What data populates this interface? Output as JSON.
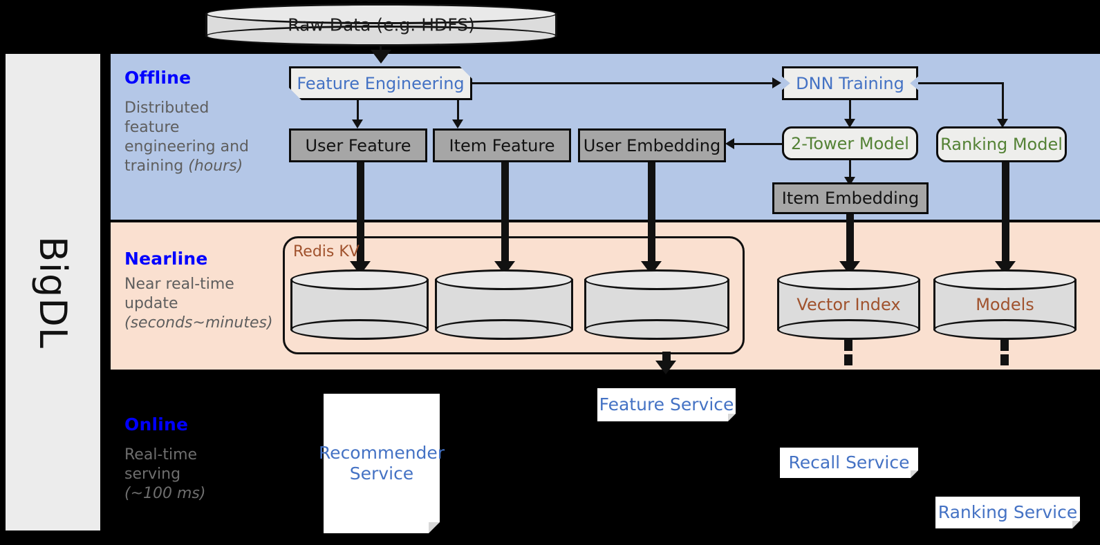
{
  "sidebar": {
    "label": "BigDL"
  },
  "bands": [
    {
      "key": "offline",
      "title": "Offline",
      "desc": "Distributed feature engineering and training (hours)",
      "title_color": "#0000ff",
      "bg": "#b4c7e7"
    },
    {
      "key": "nearline",
      "title": "Nearline",
      "desc": "Near real-time update (seconds~minutes)",
      "title_color": "#0000ff",
      "bg": "#fae0d0"
    },
    {
      "key": "online",
      "title": "Online",
      "desc": "Real-time serving (~100 ms)",
      "title_color": "#0000ff",
      "bg": "#000000"
    }
  ],
  "offline_desc_lines": {
    "l1": "Distributed",
    "l2": "feature",
    "l3": "engineering and",
    "l4": "training ",
    "l4i": "(hours)"
  },
  "nearline_desc_lines": {
    "l1": "Near real-time",
    "l2": "update",
    "l3": "(seconds~minutes)"
  },
  "online_desc_lines": {
    "l1": "Real-time",
    "l2": "serving",
    "l3": "(~100 ms)"
  },
  "source": {
    "raw_data": "Raw Data (e.g. HDFS)"
  },
  "offline_nodes": {
    "feature_engineering": "Feature Engineering",
    "dnn_training": "DNN Training",
    "user_feature": "User Feature",
    "item_feature": "Item Feature",
    "user_embedding": "User Embedding",
    "two_tower_model": "2-Tower Model",
    "ranking_model": "Ranking Model",
    "item_embedding": "Item Embedding"
  },
  "nearline_nodes": {
    "redis_group": "Redis KV",
    "kv_user": "",
    "kv_item": "",
    "kv_user_emb": "",
    "vector_index": "Vector Index",
    "models": "Models"
  },
  "online_nodes": {
    "recommender_service": "Recommender Service",
    "recommender_l1": "Recommender",
    "recommender_l2": "Service",
    "feature_service": "Feature Service",
    "recall_service": "Recall Service",
    "ranking_service": "Ranking Service"
  },
  "colors": {
    "offline_bg": "#b4c7e7",
    "nearline_bg": "#fae0d0",
    "online_bg": "#000000",
    "gray_node": "#a6a6a6",
    "process_node": "#eeeeec",
    "blue_text": "#4472c4",
    "green_text": "#548235",
    "brown_text": "#a0522d",
    "band_title": "#0000ff",
    "band_desc": "#5e5e5e",
    "stroke": "#0b0b0b",
    "sidebar_bg": "#ececec"
  }
}
